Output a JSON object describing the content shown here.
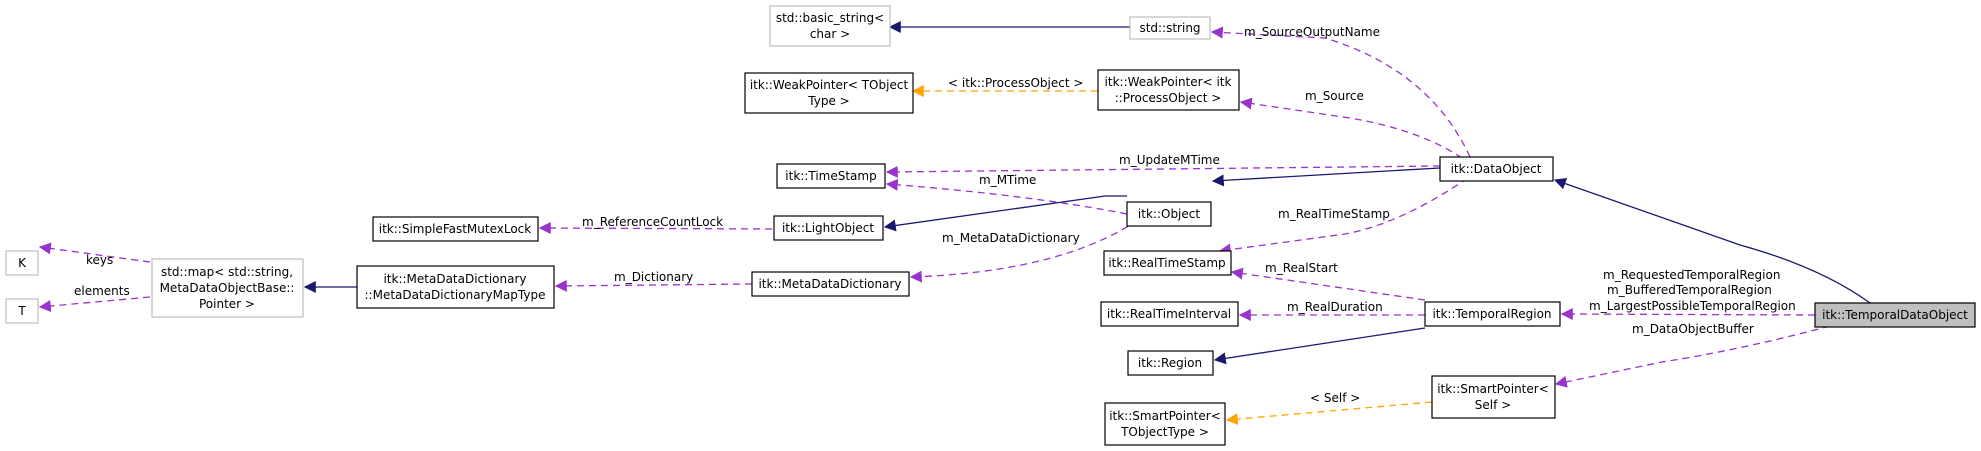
{
  "diagram": {
    "nodes": {
      "basic_string": [
        "std::basic_string<",
        "char >"
      ],
      "string": [
        "std::string"
      ],
      "weak_tobject": [
        "itk::WeakPointer< TObject",
        "Type >"
      ],
      "weak_process": [
        "itk::WeakPointer< itk",
        "::ProcessObject >"
      ],
      "timestamp": [
        "itk::TimeStamp"
      ],
      "dataobject": [
        "itk::DataObject"
      ],
      "mutexlock": [
        "itk::SimpleFastMutexLock"
      ],
      "lightobject": [
        "itk::LightObject"
      ],
      "object": [
        "itk::Object"
      ],
      "K": [
        "K"
      ],
      "T": [
        "T"
      ],
      "stdmap": [
        "std::map< std::string,",
        "MetaDataObjectBase::",
        "Pointer >"
      ],
      "mddmaptype": [
        "itk::MetaDataDictionary",
        "::MetaDataDictionaryMapType"
      ],
      "mdd": [
        "itk::MetaDataDictionary"
      ],
      "realtimestamp": [
        "itk::RealTimeStamp"
      ],
      "realtimeinterval": [
        "itk::RealTimeInterval"
      ],
      "temporalregion": [
        "itk::TemporalRegion"
      ],
      "temporaldataobject": [
        "itk::TemporalDataObject"
      ],
      "region": [
        "itk::Region"
      ],
      "smartptr_self": [
        "itk::SmartPointer<",
        "Self >"
      ],
      "smartptr_tobject": [
        "itk::SmartPointer<",
        "TObjectType >"
      ]
    },
    "edge_labels": {
      "m_SourceOutputName": "m_SourceOutputName",
      "weak_tmpl": "< itk::ProcessObject >",
      "m_Source": "m_Source",
      "m_UpdateMTime": "m_UpdateMTime",
      "m_MTime": "m_MTime",
      "m_ReferenceCountLock": "m_ReferenceCountLock",
      "m_MetaDataDictionary": "m_MetaDataDictionary",
      "m_RealTimeStamp": "m_RealTimeStamp",
      "keys": "keys",
      "elements": "elements",
      "m_Dictionary": "m_Dictionary",
      "m_RealStart": "m_RealStart",
      "m_RequestedTemporalRegion": "m_RequestedTemporalRegion",
      "m_BufferedTemporalRegion": "m_BufferedTemporalRegion",
      "m_LargestPossibleTemporalRegion": "m_LargestPossibleTemporalRegion",
      "m_RealDuration": "m_RealDuration",
      "m_DataObjectBuffer": "m_DataObjectBuffer",
      "self_tmpl": "< Self >"
    }
  }
}
